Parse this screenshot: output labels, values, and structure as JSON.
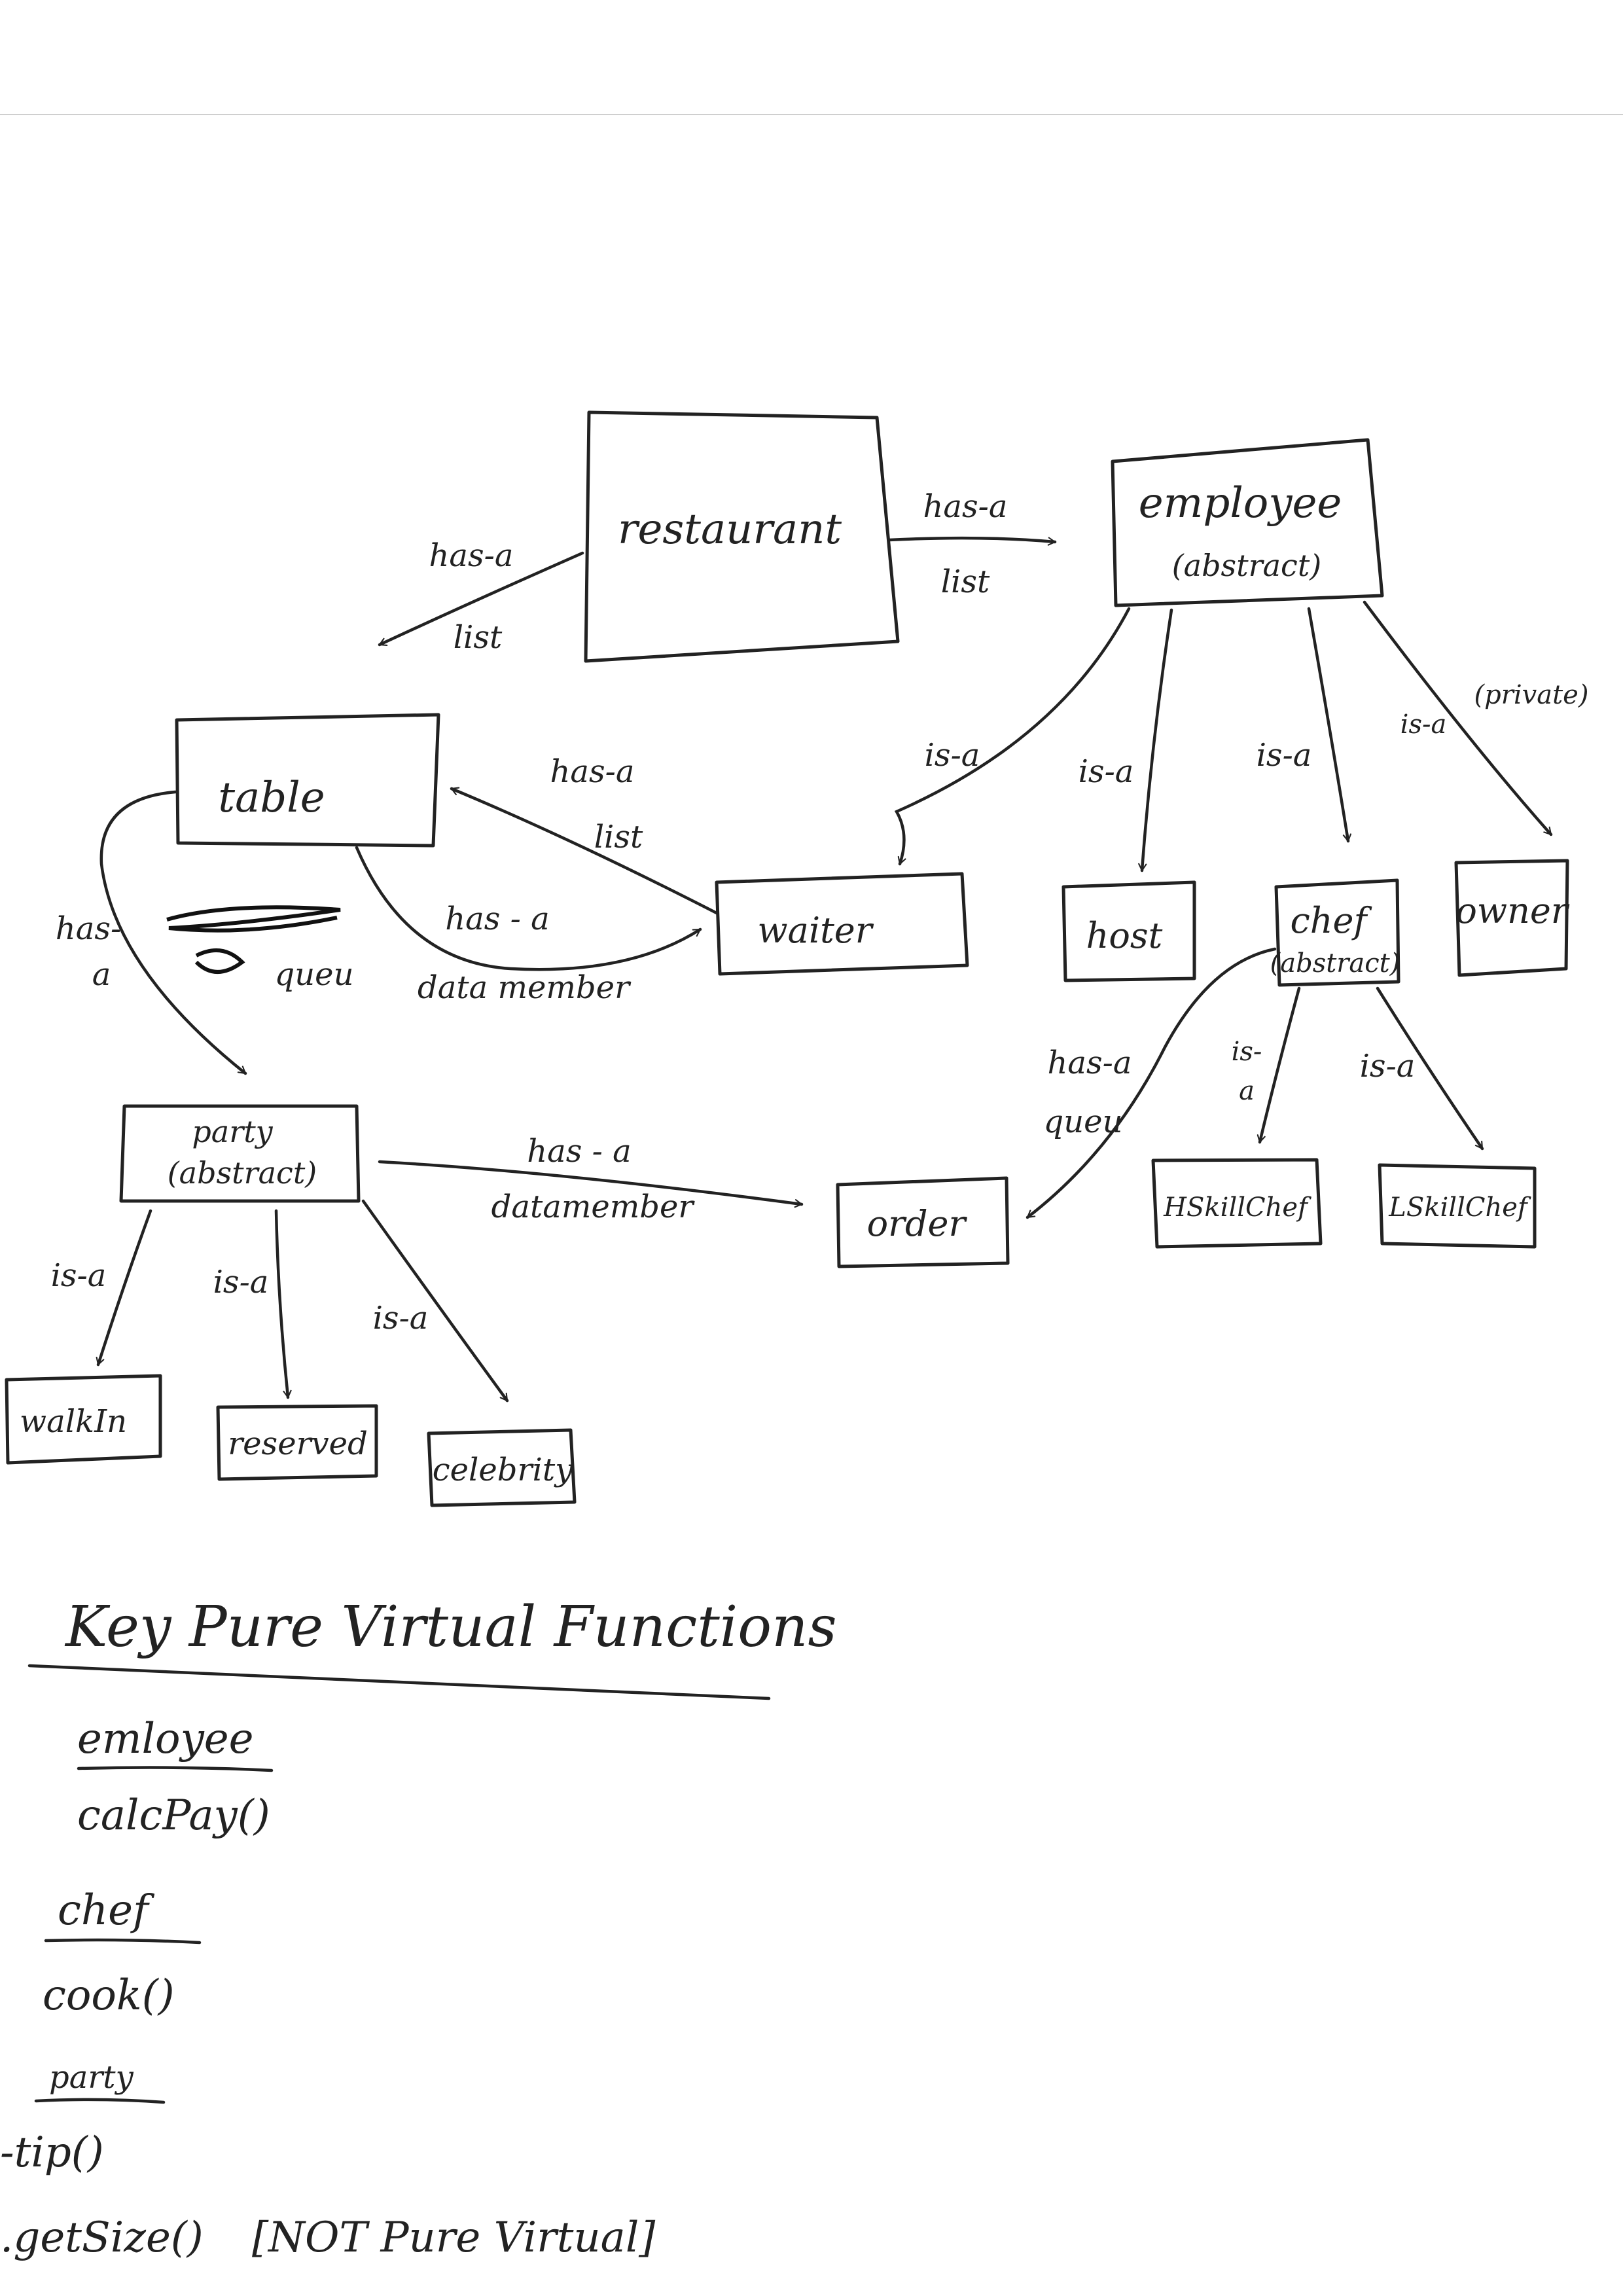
{
  "nodes": {
    "restaurant": "restaurant",
    "employee": "employee",
    "employee_sub": "(abstract)",
    "table": "table",
    "waiter": "waiter",
    "host": "host",
    "chef": "chef",
    "chef_sub": "(abstract)",
    "owner": "owner",
    "party": "party",
    "party_sub": "(abstract)",
    "order": "order",
    "hskillchef": "HSkillChef",
    "lskillchef": "LSkillChef",
    "walkin": "walkIn",
    "reserved": "reserved",
    "celebrity": "celebrity"
  },
  "edges": {
    "restaurant_employee_top": "has-a",
    "restaurant_employee_bottom": "list",
    "restaurant_table_top": "has-a",
    "restaurant_table_bottom": "list",
    "waiter_table_top": "has-a",
    "waiter_table_bottom": "list",
    "table_waiter_top": "has - a",
    "table_waiter_bottom": "data member",
    "table_party_top": "has-",
    "table_party_bottom": "a",
    "table_queue": "queu",
    "party_order_top": "has - a",
    "party_order_bottom": "datamember",
    "employee_waiter": "is-a",
    "employee_host": "is-a",
    "employee_chef": "is-a",
    "employee_owner": "is-a",
    "employee_owner_note": "(private)",
    "chef_order_top": "has-a",
    "chef_order_bottom": "queu",
    "chef_hskill_top": "is-",
    "chef_hskill_bottom": "a",
    "chef_lskill": "is-a",
    "party_walkin": "is-a",
    "party_reserved": "is-a",
    "party_celebrity": "is-a"
  },
  "key": {
    "title": "Key Pure Virtual Functions",
    "employee_heading": "emloyee",
    "employee_fn": "calcPay()",
    "chef_heading": "chef",
    "chef_fn": "cook()",
    "party_heading": "party",
    "party_fn1": "-tip()",
    "party_fn2": ".getSize()",
    "party_note": "[NOT Pure Virtual]"
  }
}
